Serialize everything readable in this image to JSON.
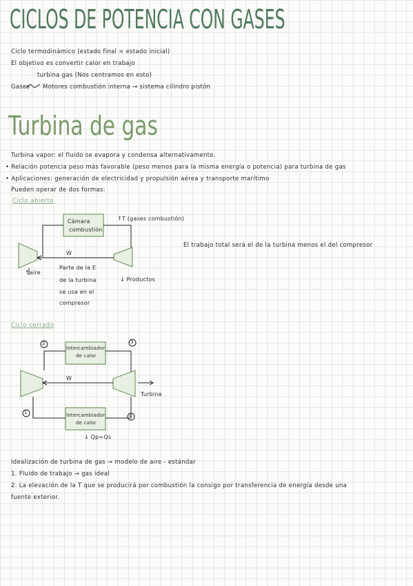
{
  "title": "CICLOS DE POTENCIA CON GASES",
  "intro": {
    "line1": "Ciclo termodinámico (estado final = estado inicial)",
    "line2": "El objetivo es convertir calor en trabajo",
    "line3": "turbina gas (Nos centramos en esto)",
    "gases": "Gases",
    "line4": "Motores combustión interna → sistema cilindro pistón"
  },
  "section": {
    "title": "Turbina de gas",
    "line1": "Turbina vapor: el fluido se evapora y condensa alternativamente.",
    "bullet1": "Relación potencia peso más favorable (peso menos para la misma energía o potencia) para turbina de gas",
    "bullet2": "Aplicaciones: generación de electricidad y propulsión aérea y transporte marítimo",
    "line2": "Pueden operar de dos formas:"
  },
  "open_cycle": {
    "subtitle": "Ciclo abierto",
    "chamber_line1": "Cámara",
    "chamber_line2": "combustión",
    "gases_out": "↑T (gases combustión)",
    "work": "W",
    "air_in": "↑aire",
    "products": "↓ Productos",
    "note1": "Parte de la E",
    "note2": "de la turbina",
    "note3": "se usa en el",
    "note4": "compresor",
    "side_note": "El trabajo total será el de la turbina menos el del compresor"
  },
  "closed_cycle": {
    "subtitle": "Ciclo cerrado",
    "hx_top_line1": "Intercambiador",
    "hx_top_line2": "de calor",
    "hx_bottom_line1": "Intercambiador",
    "hx_bottom_line2": "de calor",
    "work": "W",
    "turbine_label": "Turbina",
    "heat_out": "↓ Qp=Qs",
    "n1": "1",
    "n2": "2",
    "n3": "3",
    "n4": "4"
  },
  "ideal": {
    "line1": "Idealización de turbina de gas → modelo de aire - estándar",
    "line2": "1. Fluido de trabajo → gas ideal",
    "line3": "2. La elevación de la T que se producirá por combustión la consigo por transferencia de energía desde una",
    "line4": "fuente exterior."
  }
}
